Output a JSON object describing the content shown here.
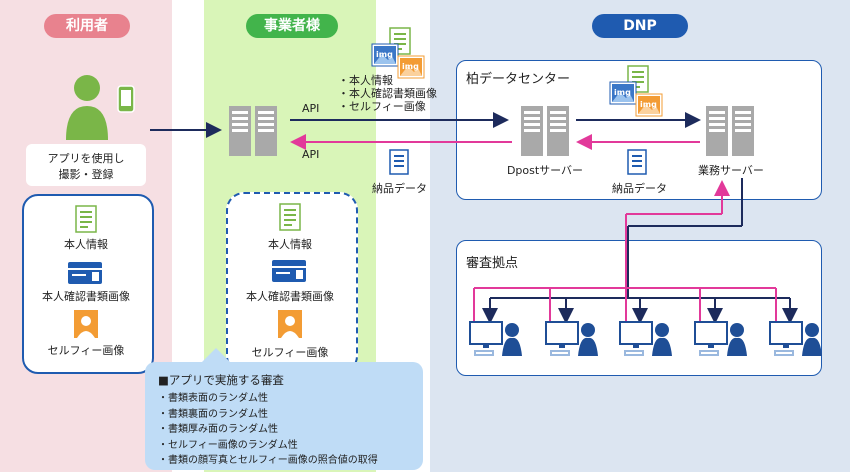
{
  "columns": {
    "user": {
      "title": "利用者",
      "color": "#e8828e"
    },
    "business": {
      "title": "事業者様",
      "color": "#42b44b"
    },
    "dnp": {
      "title": "DNP",
      "color": "#1f5bb0"
    }
  },
  "user": {
    "action_line1": "アプリを使用し",
    "action_line2": "撮影・登録",
    "items": [
      "本人情報",
      "本人確認書類画像",
      "セルフィー画像"
    ]
  },
  "business": {
    "items": [
      "本人情報",
      "本人確認書類画像",
      "セルフィー画像"
    ]
  },
  "api": {
    "out_label": "API",
    "in_label": "API",
    "sent_items": [
      "・本人情報",
      "・本人確認書類画像",
      "・セルフィー画像"
    ],
    "delivery_label": "納品データ"
  },
  "dnp": {
    "datacenter_title": "柏データセンター",
    "dpost_server": "Dpostサーバー",
    "business_server": "業務サーバー",
    "delivery_label": "納品データ",
    "review_title": "審査拠点",
    "img_badge": "img"
  },
  "checks": {
    "title": "■アプリで実施する審査",
    "items": [
      "・書類表面のランダム性",
      "・書類裏面のランダム性",
      "・書類厚み面のランダム性",
      "・セルフィー画像のランダム性",
      "・書類の顔写真とセルフィー画像の照合値の取得"
    ]
  },
  "colors": {
    "navy": "#1d2b5c",
    "magenta": "#e2399a",
    "server": "#a9a9a9",
    "person": "#7ab648",
    "worker": "#1f4e96"
  }
}
